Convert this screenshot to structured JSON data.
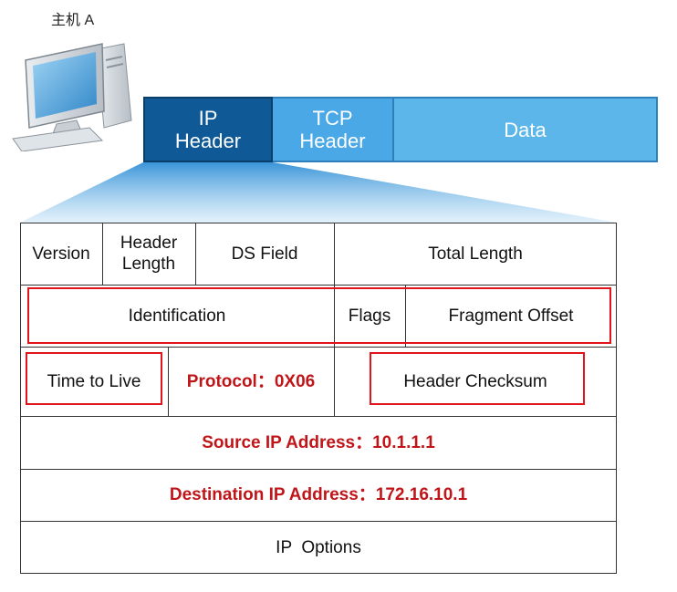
{
  "host": {
    "label": "主机 A"
  },
  "packet": {
    "ip_header": "IP\nHeader",
    "tcp_header": "TCP\nHeader",
    "data": "Data"
  },
  "ip_header_fields": {
    "version": "Version",
    "header_length": "Header\nLength",
    "ds_field": "DS Field",
    "total_length": "Total Length",
    "identification": "Identification",
    "flags": "Flags",
    "fragment_offset": "Fragment Offset",
    "ttl": "Time to Live",
    "protocol": "Protocol：0X06",
    "header_checksum": "Header Checksum",
    "source_ip": "Source IP Address：10.1.1.1",
    "destination_ip": "Destination IP Address：172.16.10.1",
    "ip_options": "IP  Options"
  },
  "colors": {
    "ip_header_fill": "#0f5a96",
    "tcp_header_fill": "#4aa8e6",
    "data_fill": "#5cb6ea",
    "highlight_red": "#e0141a",
    "value_text_red": "#c0161a"
  },
  "icons": {
    "host": "desktop-computer-icon"
  }
}
